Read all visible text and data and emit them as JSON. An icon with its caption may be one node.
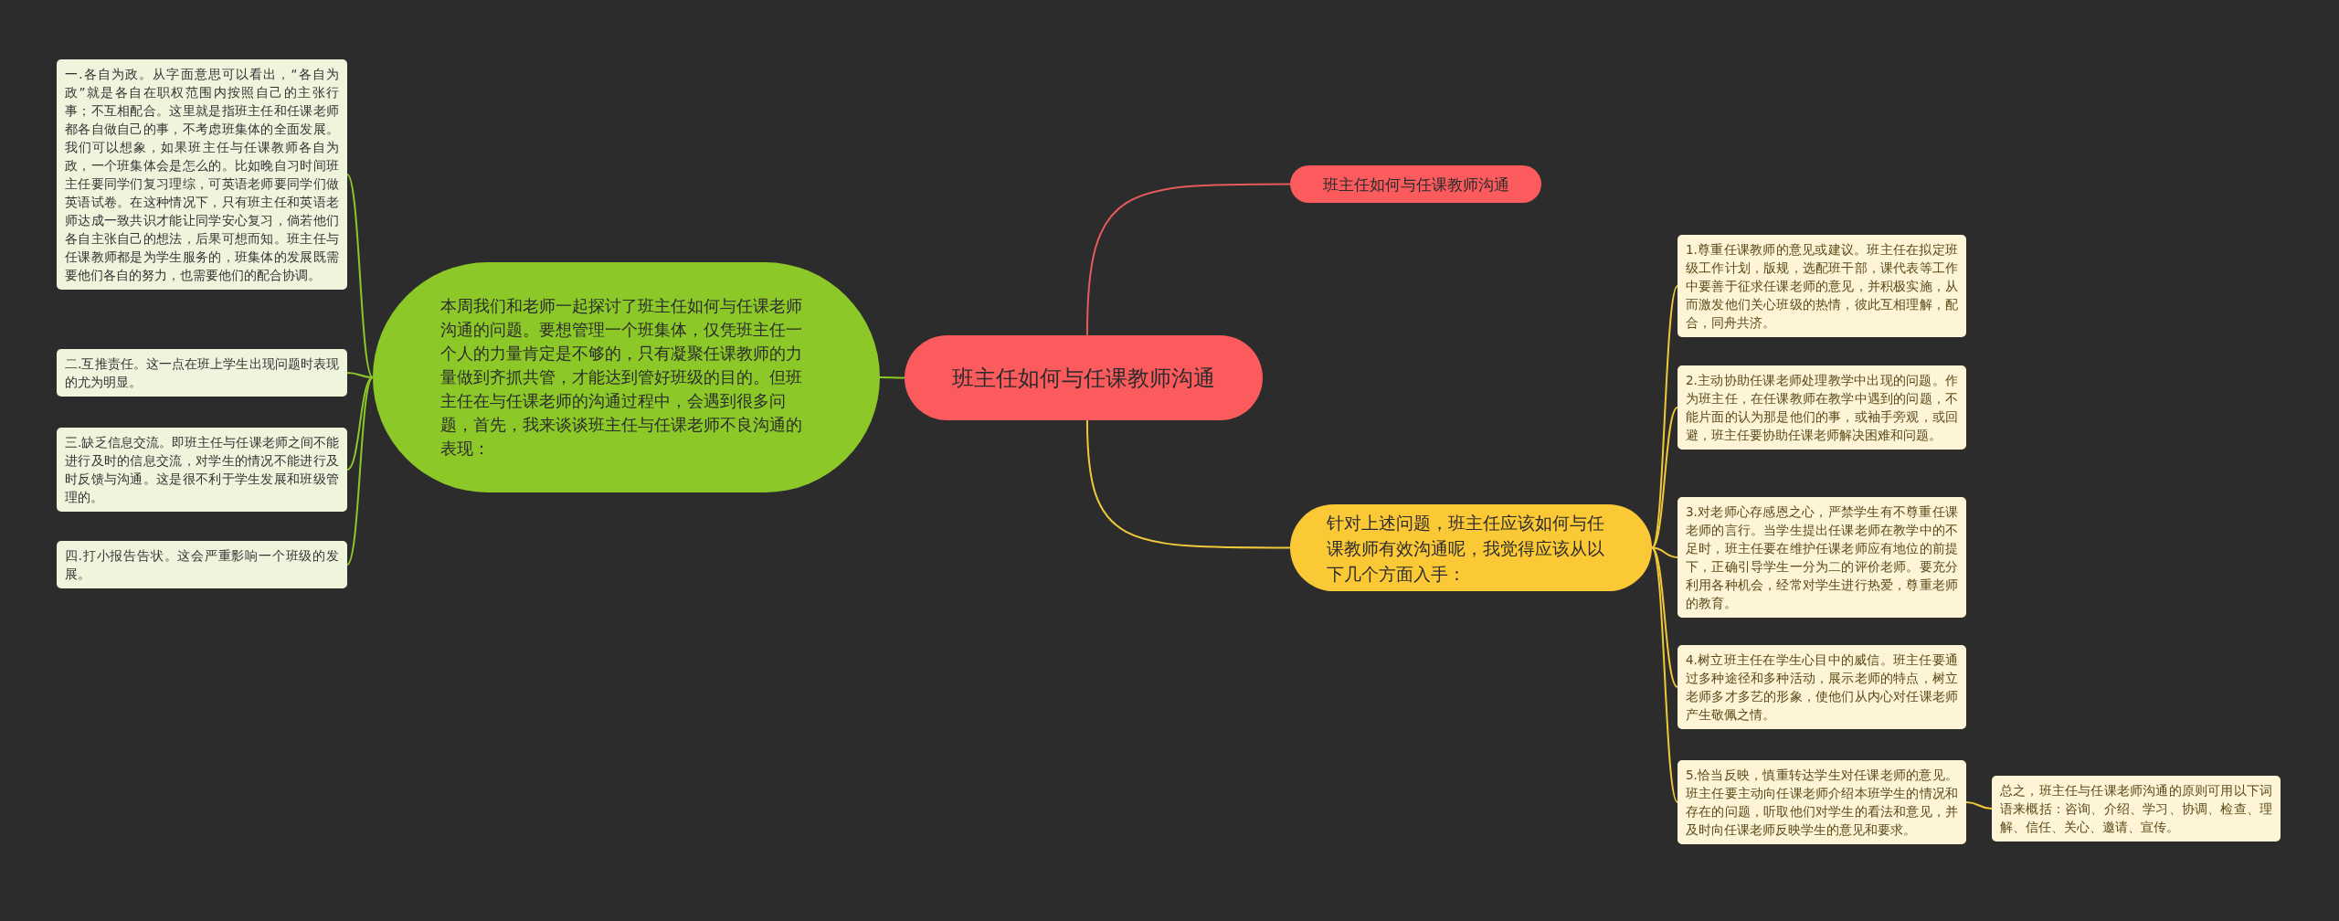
{
  "diagram": {
    "nodes": [
      {
        "text": [
          "班主任如何与任课教师沟通"
        ]
      },
      {
        "text": [
          "本周我们和老师一起探讨了班主任如何与任课老师沟通的问题。要想管理一个班集体，仅凭班主任一个人的力量肯定是不够的，只有凝聚任课教师的力量做到齐抓共管，才能达到管好班级的目的。但班主任在与任课老师的沟通过程中，会遇到很多问题，首先，我来谈谈班主任与任课老师不良沟通的表现："
        ]
      },
      {
        "text": [
          "一.各自为政。从字面意思可以看出，“各自为政”就是各自在职权范围内按照自己的主张行事；不互相配合。这里就是指班主任和任课老师都各自做自己的事，不考虑班集体的全面发展。我们可以想象，如果班主任与任课教师各自为政，一个班集体会是怎么的。比如晚自习时间班主任要同学们复习理综，可英语老师要同学们做英语试卷。在这种情况下，只有班主任和英语老师达成一致共识才能让同学安心复习，倘若他们各自主张自己的想法，后果可想而知。班主任与任课教师都是为学生服务的，班集体的发展既需要他们各自的努力，也需要他们的配合协调。"
        ]
      },
      {
        "text": [
          "二.互推责任。这一点在班上学生出现问题时表现的尤为明显。"
        ]
      },
      {
        "text": [
          "三.缺乏信息交流。即班主任与任课老师之间不能进行及时的信息交流，对学生的情况不能进行及时反馈与沟通。这是很不利于学生发展和班级管理的。"
        ]
      },
      {
        "text": [
          "四.打小报告告状。这会严重影响一个班级的发展。"
        ]
      },
      {
        "text": [
          "班主任如何与任课教师沟通"
        ]
      },
      {
        "text": [
          "针对上述问题，班主任应该如何与任课教师有效沟通呢，我觉得应该从以下几个方面入手："
        ]
      },
      {
        "text": [
          "1.尊重任课教师的意见或建议。班主任在拟定班级工作计划，版规，选配班干部，课代表等工作中要善于征求任课老师的意见，并积极实施，从而激发他们关心班级的热情，彼此互相理解，配合，同舟共济。"
        ]
      },
      {
        "text": [
          "2.主动协助任课老师处理教学中出现的问题。作为班主任，在任课教师在教学中遇到的问题，不能片面的认为那是他们的事，或袖手旁观，或回避，班主任要协助任课老师解决困难和问题。"
        ]
      },
      {
        "text": [
          "3.对老师心存感恩之心，严禁学生有不尊重任课老师的言行。当学生提出任课老师在教学中的不足时，班主任要在维护任课老师应有地位的前提下，正确引导学生一分为二的评价老师。要充分利用各种机会，经常对学生进行热爱，尊重老师的教育。"
        ]
      },
      {
        "text": [
          "4.树立班主任在学生心目中的威信。班主任要通过多种途径和多种活动，展示老师的特点，树立老师多才多艺的形象，使他们从内心对任课老师产生敬佩之情。"
        ]
      },
      {
        "text": [
          "5.恰当反映，慎重转达学生对任课老师的意见。班主任要主动向任课老师介绍本班学生的情况和存在的问题，听取他们对学生的看法和意见，并及时向任课老师反映学生的意见和要求。"
        ]
      },
      {
        "text": [
          "总之，班主任与任课老师沟通的原则可用以下词语来概括：咨询、介绍、学习、协调、检查、理解、信任、关心、邀请、宣传。"
        ]
      }
    ],
    "edges": [
      {
        "from": 0,
        "to": 6,
        "arrow": "none",
        "color": "#e85a5e"
      },
      {
        "from": 0,
        "to": 7,
        "arrow": "none",
        "color": "#f0c93a"
      },
      {
        "from": 0,
        "to": 1,
        "arrow": "none",
        "color": "#8cc828"
      },
      {
        "from": 1,
        "to": 2,
        "arrow": "none",
        "color": "#8cc828"
      },
      {
        "from": 1,
        "to": 3,
        "arrow": "none",
        "color": "#8cc828"
      },
      {
        "from": 1,
        "to": 4,
        "arrow": "none",
        "color": "#8cc828"
      },
      {
        "from": 1,
        "to": 5,
        "arrow": "none",
        "color": "#8cc828"
      },
      {
        "from": 7,
        "to": 8,
        "arrow": "none",
        "color": "#f0c93a"
      },
      {
        "from": 7,
        "to": 9,
        "arrow": "none",
        "color": "#f0c93a"
      },
      {
        "from": 7,
        "to": 10,
        "arrow": "none",
        "color": "#f0c93a"
      },
      {
        "from": 7,
        "to": 11,
        "arrow": "none",
        "color": "#f0c93a"
      },
      {
        "from": 7,
        "to": 12,
        "arrow": "none",
        "color": "#f0c93a"
      },
      {
        "from": 12,
        "to": 13,
        "arrow": "none",
        "color": "#f0c93a"
      }
    ]
  }
}
